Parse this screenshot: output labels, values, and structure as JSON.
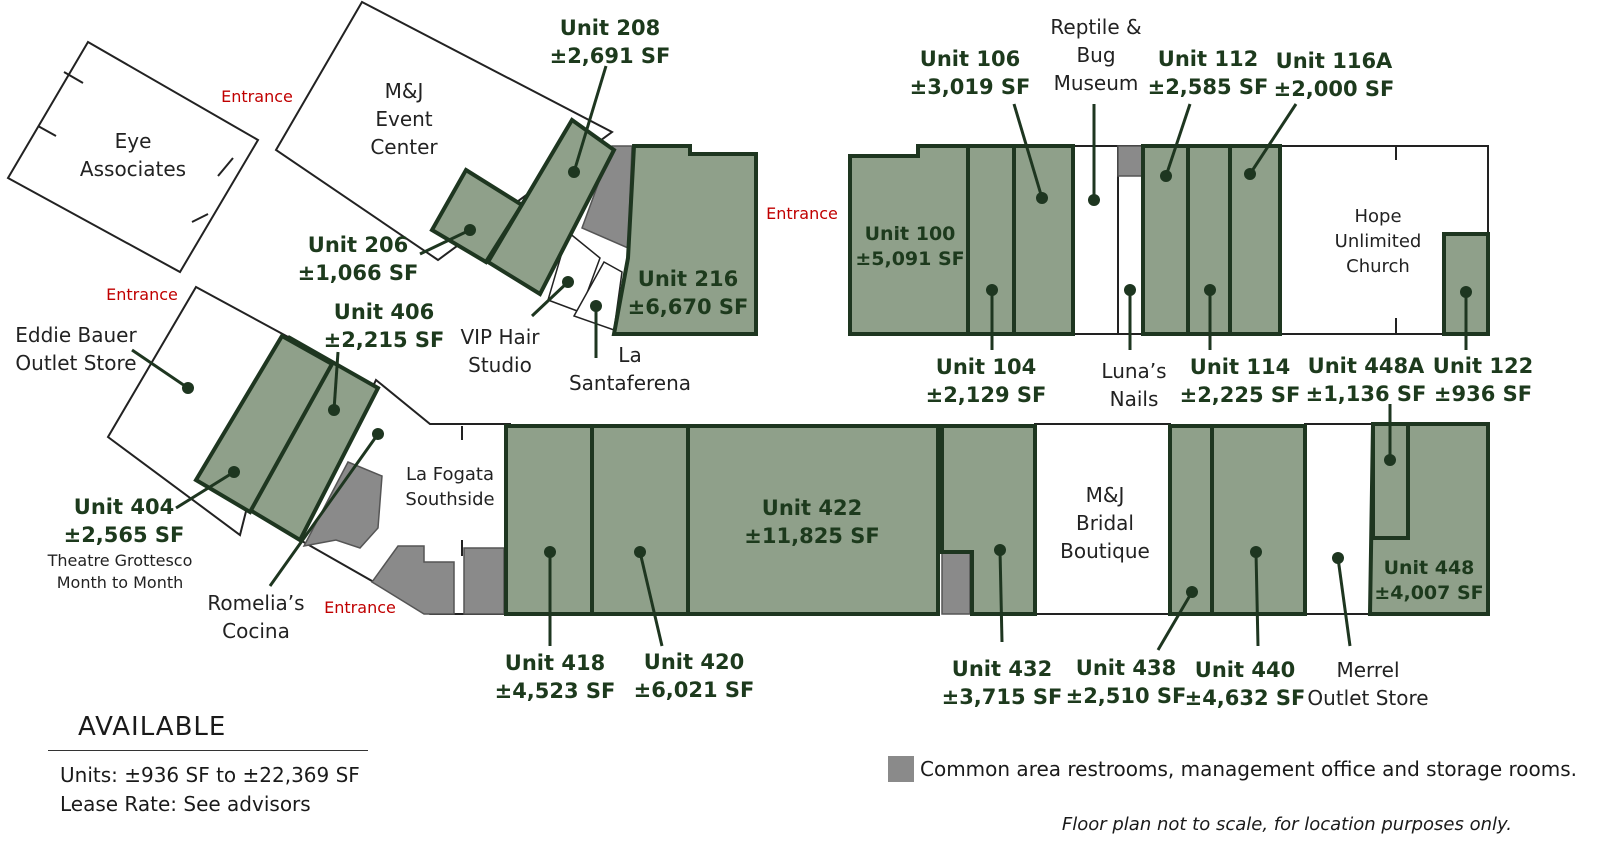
{
  "colors": {
    "available_fill": "#8fa08a",
    "available_stroke": "#1e3620",
    "common_fill": "#8a8a8a",
    "outline": "#222222",
    "entrance": "#c00000",
    "unit_text": "#1d3a1d"
  },
  "units": {
    "u208": {
      "name": "Unit 208",
      "sf": "±2,691 SF"
    },
    "u206": {
      "name": "Unit 206",
      "sf": "±1,066 SF"
    },
    "u216": {
      "name": "Unit 216",
      "sf": "±6,670 SF"
    },
    "u406": {
      "name": "Unit 406",
      "sf": "±2,215 SF"
    },
    "u404": {
      "name": "Unit 404",
      "sf": "±2,565 SF",
      "note1": "Theatre Grottesco",
      "note2": "Month to Month"
    },
    "u100": {
      "name": "Unit 100",
      "sf": "±5,091 SF"
    },
    "u106": {
      "name": "Unit 106",
      "sf": "±3,019 SF"
    },
    "u104": {
      "name": "Unit 104",
      "sf": "±2,129 SF"
    },
    "u112": {
      "name": "Unit 112",
      "sf": "±2,585 SF"
    },
    "u116a": {
      "name": "Unit 116A",
      "sf": "±2,000 SF"
    },
    "u114": {
      "name": "Unit 114",
      "sf": "±2,225 SF"
    },
    "u448a": {
      "name": "Unit 448A",
      "sf": "±1,136 SF"
    },
    "u122": {
      "name": "Unit 122",
      "sf": "±936 SF"
    },
    "u422": {
      "name": "Unit 422",
      "sf": "±11,825 SF"
    },
    "u418": {
      "name": "Unit 418",
      "sf": "±4,523 SF"
    },
    "u420": {
      "name": "Unit 420",
      "sf": "±6,021 SF"
    },
    "u432": {
      "name": "Unit 432",
      "sf": "±3,715 SF"
    },
    "u438": {
      "name": "Unit 438",
      "sf": "±2,510 SF"
    },
    "u440": {
      "name": "Unit 440",
      "sf": "±4,632 SF"
    },
    "u448": {
      "name": "Unit 448",
      "sf": "±4,007 SF"
    }
  },
  "tenants": {
    "eye": [
      "Eye",
      "Associates"
    ],
    "mj_event": [
      "M&J",
      "Event",
      "Center"
    ],
    "reptile": [
      "Reptile &",
      "Bug",
      "Museum"
    ],
    "hope": [
      "Hope",
      "Unlimited",
      "Church"
    ],
    "eddie": [
      "Eddie Bauer",
      "Outlet Store"
    ],
    "vip": [
      "VIP Hair",
      "Studio"
    ],
    "santaferena": [
      "La",
      "Santaferena"
    ],
    "lunas": [
      "Luna’s",
      "Nails"
    ],
    "fogata": [
      "La Fogata",
      "Southside"
    ],
    "mj_bridal": [
      "M&J",
      "Bridal",
      "Boutique"
    ],
    "romelias": [
      "Romelia’s",
      "Cocina"
    ],
    "merrel": [
      "Merrel",
      "Outlet Store"
    ]
  },
  "entrance_label": "Entrance",
  "legend": {
    "title": "AVAILABLE",
    "units_line": "Units: ±936 SF to ±22,369 SF",
    "lease_line": "Lease Rate: See advisors"
  },
  "key_text": "Common area restrooms, management office and storage rooms.",
  "note": "Floor plan not to scale, for location purposes only."
}
